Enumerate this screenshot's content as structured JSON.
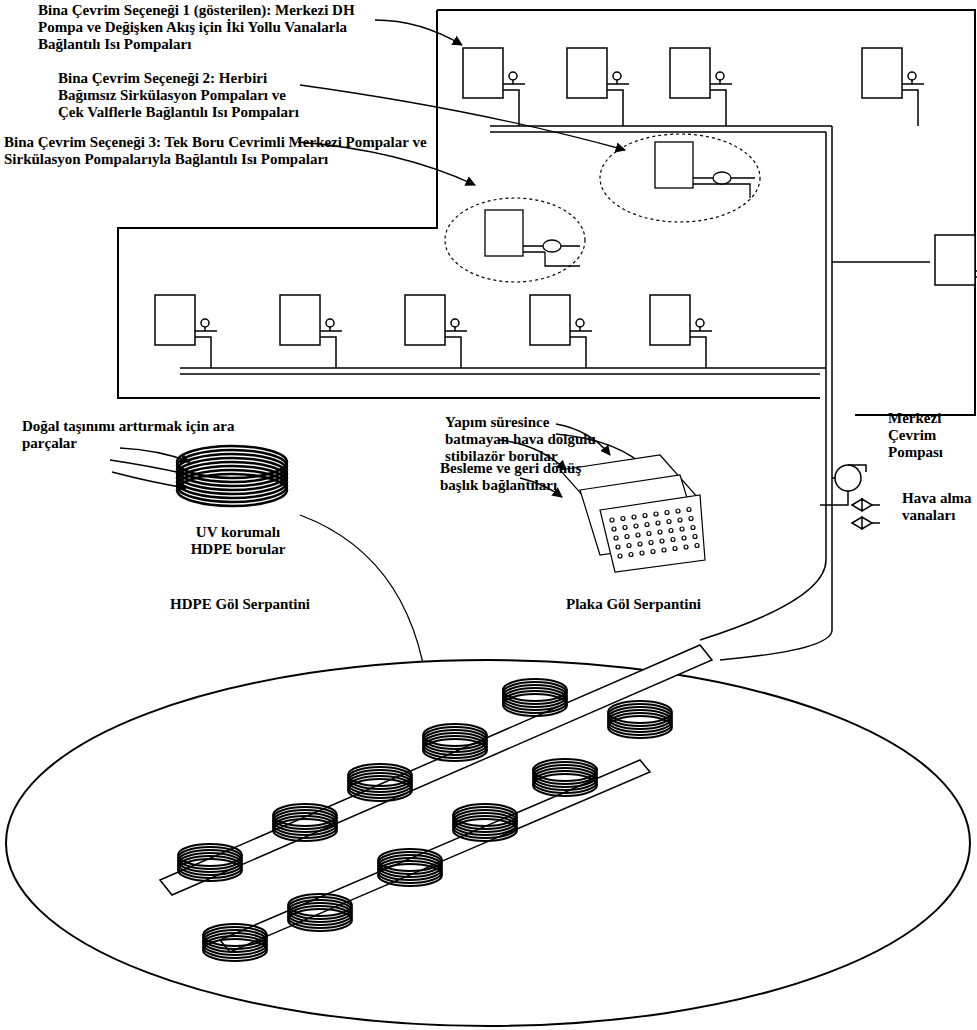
{
  "diagram": {
    "labels": [
      "Bina Çevrim Seçeneği 1 (gösterilen): Merkezi DH Pompa ve Değişken Akış için İki Yollu Vanalarla Bağlantılı Isı Pompaları",
      "Bina Çevrim Seçeneği 2: Herbiri Bağımsız Sirkülasyon Pompaları ve Çek Valflerle Bağlantılı Isı Pompaları",
      "Bina Çevrim Seçeneği 3: Tek Boru Cevrimli Merkezi Pompalar ve Sirkülasyon Pompalarıyla Bağlantılı Isı Pompaları",
      "Doğal taşınımı arttırmak için ara parçalar",
      "UV korumalı HDPE borular",
      "Yapım süresince batmayan hava dolgulu stibilazör borular",
      "Besleme ve geri dönüş başlık bağlantıları",
      "Plaka Göl Serpantini",
      "HDPE Göl Serpantini",
      "Merkezi Çevrim Pompası",
      "Hava alma vanaları"
    ]
  }
}
